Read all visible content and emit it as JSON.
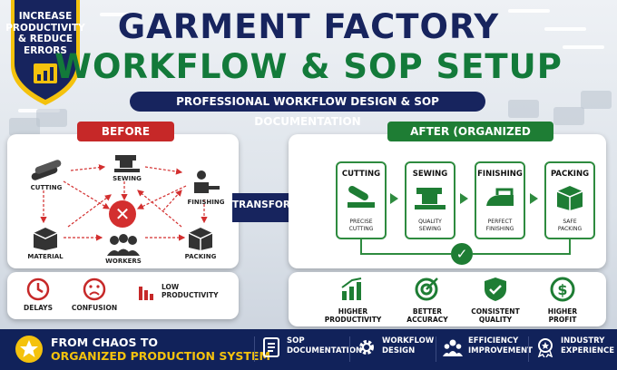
{
  "badge": {
    "line1": "INCREASE",
    "line2": "PRODUCTIVITY",
    "line3": "& REDUCE",
    "line4": "ERRORS"
  },
  "title": {
    "line1": "GARMENT FACTORY",
    "line2": "WORKFLOW & SOP SETUP"
  },
  "subtitle": "PROFESSIONAL WORKFLOW DESIGN & SOP DOCUMENTATION",
  "before": {
    "tag": "BEFORE (CHAOS)",
    "nodes": {
      "cutting": "CUTTING",
      "sewing": "SEWING",
      "finishing": "FINISHING",
      "material": "MATERIAL",
      "workers": "WORKERS",
      "packing": "PACKING"
    },
    "issues": {
      "delays": "DELAYS",
      "confusion": "CONFUSION",
      "low1": "LOW",
      "low2": "PRODUCTIVITY"
    }
  },
  "transformation": "TRANSFORMATION",
  "after": {
    "tag": "AFTER (ORGANIZED SYSTEM)",
    "steps": [
      {
        "title": "CUTTING",
        "d1": "PRECISE",
        "d2": "CUTTING"
      },
      {
        "title": "SEWING",
        "d1": "QUALITY",
        "d2": "SEWING"
      },
      {
        "title": "FINISHING",
        "d1": "PERFECT",
        "d2": "FINISHING"
      },
      {
        "title": "PACKING",
        "d1": "SAFE",
        "d2": "PACKING"
      }
    ],
    "results": [
      {
        "l1": "HIGHER",
        "l2": "PRODUCTIVITY"
      },
      {
        "l1": "BETTER",
        "l2": "ACCURACY"
      },
      {
        "l1": "CONSISTENT",
        "l2": "QUALITY"
      },
      {
        "l1": "HIGHER",
        "l2": "PROFIT"
      }
    ]
  },
  "footer": {
    "slogan1": "FROM CHAOS TO",
    "slogan2": "ORGANIZED PRODUCTION SYSTEM",
    "items": [
      {
        "l1": "SOP",
        "l2": "DOCUMENTATION"
      },
      {
        "l1": "WORKFLOW",
        "l2": "DESIGN"
      },
      {
        "l1": "EFFICIENCY",
        "l2": "IMPROVEMENT"
      },
      {
        "l1": "INDUSTRY",
        "l2": "EXPERIENCE"
      }
    ]
  },
  "colors": {
    "navy": "#17245e",
    "green": "#137a3a",
    "red": "#c62828",
    "gold": "#f4c20d"
  }
}
